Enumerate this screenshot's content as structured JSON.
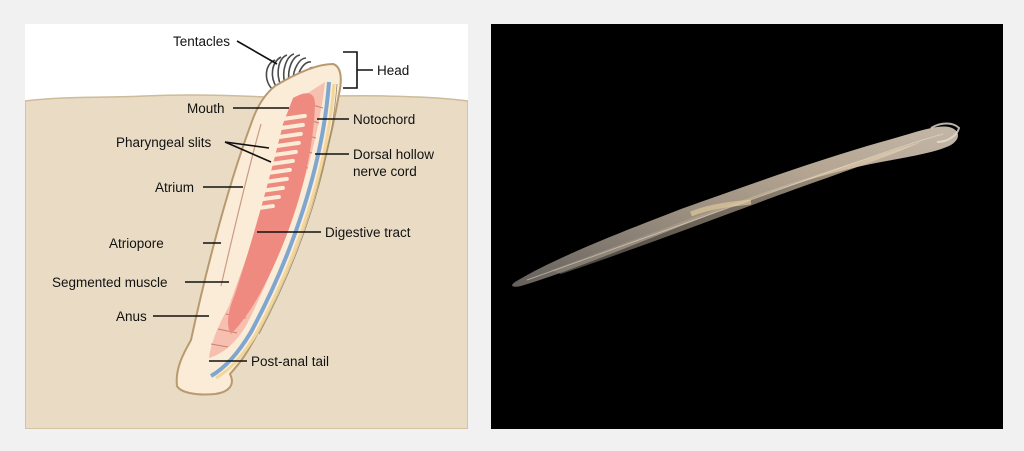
{
  "diagram": {
    "labels": {
      "tentacles": "Tentacles",
      "head": "Head",
      "mouth": "Mouth",
      "notochord": "Notochord",
      "pharyngeal_slits": "Pharyngeal slits",
      "dorsal_hollow_line1": "Dorsal hollow",
      "dorsal_hollow_line2": "nerve cord",
      "atrium": "Atrium",
      "atriopore": "Atriopore",
      "digestive_tract": "Digestive tract",
      "segmented_muscle": "Segmented muscle",
      "anus": "Anus",
      "post_anal_tail": "Post-anal tail"
    },
    "colors": {
      "sand": "#eadcc4",
      "body_fill": "#fbecd8",
      "body_outline": "#b79a70",
      "pharynx": "#ee8a80",
      "muscle": "#f4b7a8",
      "notochord": "#7fa6cf",
      "nerve_cord": "#f3d69a"
    }
  },
  "photo": {
    "subject": "lancelet-specimen",
    "background_color": "#000000"
  }
}
